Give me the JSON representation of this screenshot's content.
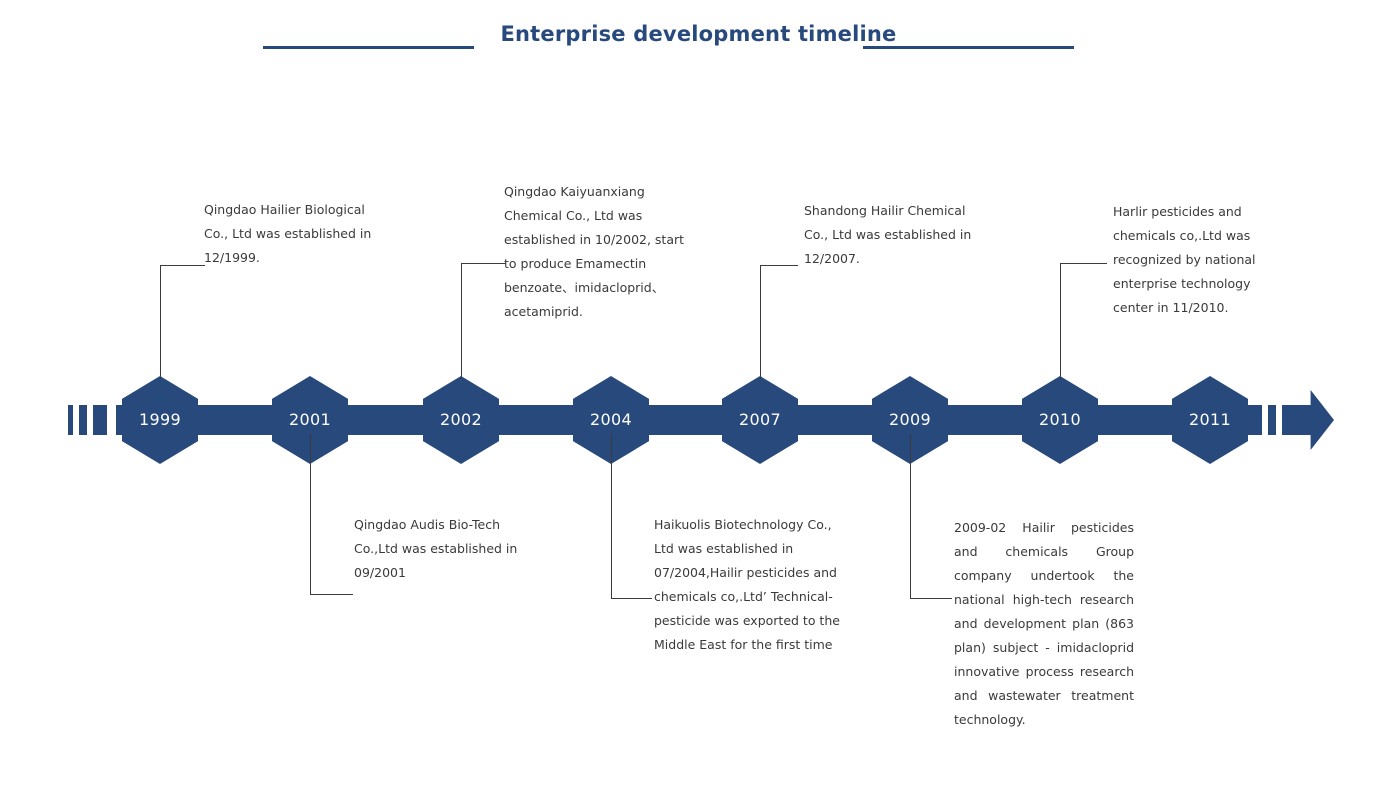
{
  "header": {
    "title": "Enterprise development timeline",
    "accent_color": "#27497c",
    "rule_left": "",
    "rule_right": ""
  },
  "theme": {
    "accent": "#27497c",
    "node_text": "#ffffff",
    "body_text": "#3a3a3a",
    "leader": "#3b3b3b",
    "background": "#ffffff"
  },
  "timeline": {
    "axis_start_icon": "dashed-segments",
    "axis_end_icon": "arrow-right-icon",
    "nodes": [
      {
        "year": "1999",
        "position": "above"
      },
      {
        "year": "2001",
        "position": "below"
      },
      {
        "year": "2002",
        "position": "above"
      },
      {
        "year": "2004",
        "position": "below"
      },
      {
        "year": "2007",
        "position": "above"
      },
      {
        "year": "2009",
        "position": "below"
      },
      {
        "year": "2010",
        "position": "above"
      },
      {
        "year": "2011",
        "position": "none"
      }
    ],
    "events": [
      {
        "year": "1999",
        "text": "Qingdao Hailier Biological Co., Ltd was established in 12/1999."
      },
      {
        "year": "2001",
        "text": "Qingdao Audis Bio-Tech Co.,Ltd was established in 09/2001"
      },
      {
        "year": "2002",
        "text": "Qingdao Kaiyuanxiang Chemical Co., Ltd was established in 10/2002, start to produce Emamectin benzoate、imidacloprid、 acetamiprid."
      },
      {
        "year": "2004",
        "text": "Haikuolis Biotechnology Co., Ltd was established in 07/2004,Hailir pesticides and chemicals co,.Ltd’ Technical-pesticide was exported to the Middle East for the first time"
      },
      {
        "year": "2007",
        "text": "Shandong Hailir Chemical Co., Ltd was established in 12/2007."
      },
      {
        "year": "2009",
        "text": "2009-02 Hailir pesticides and chemicals Group company undertook the national high-tech research and development plan (863 plan) subject - imidacloprid innovative process research and wastewater treatment technology."
      },
      {
        "year": "2010",
        "text": "Harlir pesticides and chemicals co,.Ltd was recognized by national enterprise technology center in 11/2010."
      }
    ]
  }
}
